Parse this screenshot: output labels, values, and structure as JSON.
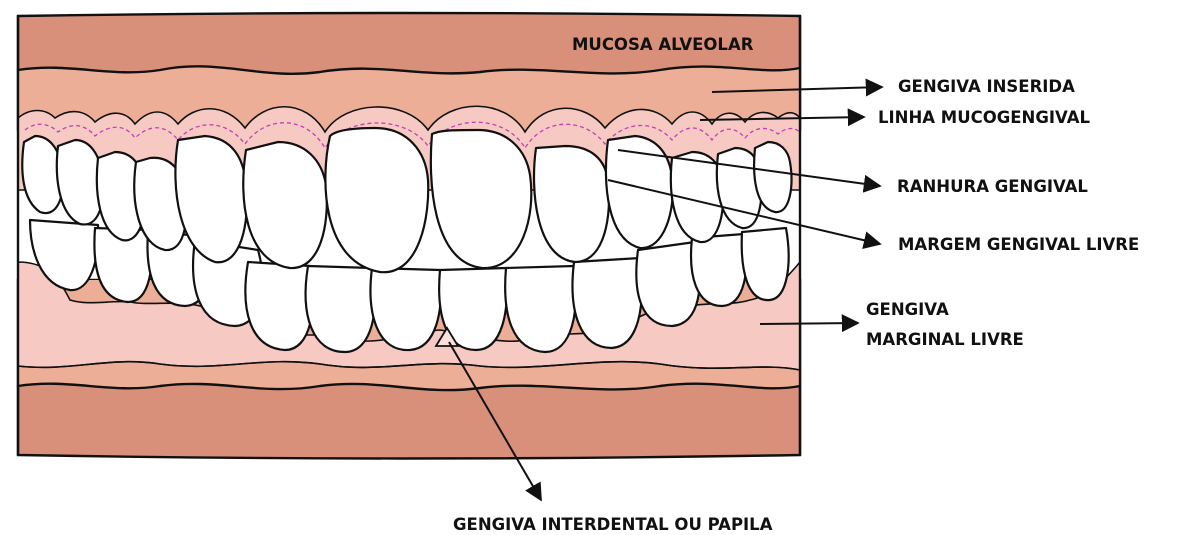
{
  "labels": {
    "mucosa_alveolar": "MUCOSA ALVEOLAR",
    "gengiva_inserida": "GENGIVA INSERIDA",
    "linha_mucogengival": "LINHA MUCOGENGIVAL",
    "ranhura_gengival": "RANHURA GENGIVAL",
    "margem_gengival_livre": "MARGEM GENGIVAL LIVRE",
    "gengiva_marginal_livre_line1": "GENGIVA",
    "gengiva_marginal_livre_line2": "MARGINAL LIVRE",
    "gengiva_interdental": "GENGIVA INTERDENTAL OU PAPILA"
  },
  "colors": {
    "mucosa": "#d9907a",
    "gengiva_inserida": "#edae97",
    "gengiva_marginal": "#f6c9c2",
    "papila_highlight": "#fbe1dc",
    "dashed_groove": "#c33fb8",
    "outline": "#111111"
  }
}
